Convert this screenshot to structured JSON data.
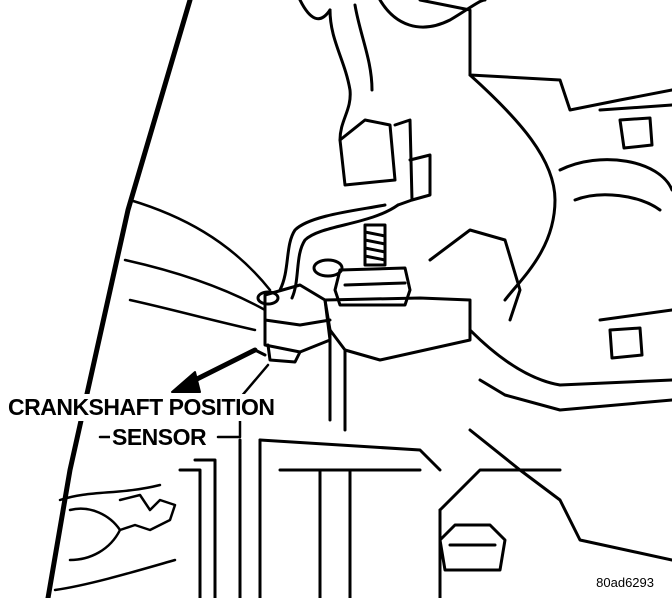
{
  "callout": {
    "line1": "CRANKSHAFT POSITION",
    "line2": "SENSOR"
  },
  "figure_id": "80ad6293",
  "colors": {
    "ink": "#000000",
    "paper": "#ffffff"
  }
}
